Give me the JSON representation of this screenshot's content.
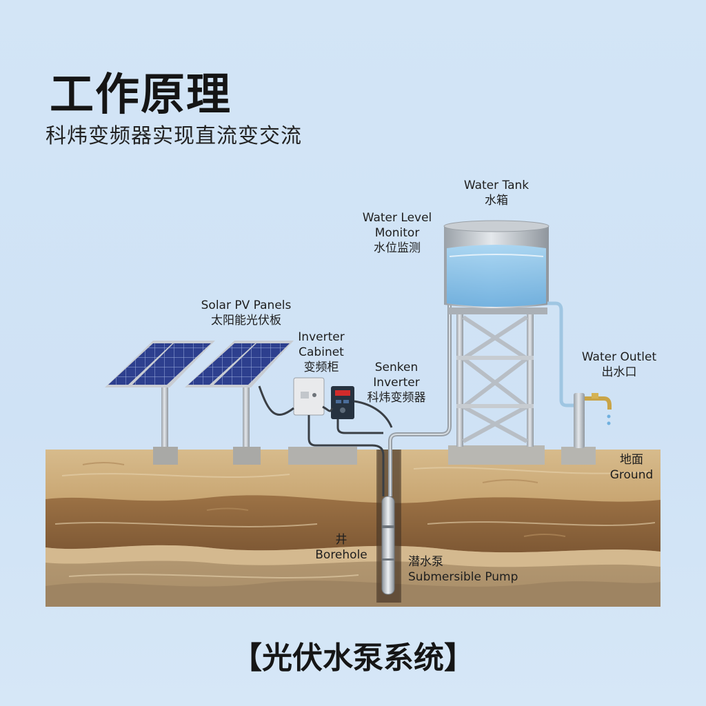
{
  "header": {
    "title": "工作原理",
    "subtitle": "科炜变频器实现直流变交流"
  },
  "labels": {
    "water_tank": {
      "en": "Water Tank",
      "zh": "水箱"
    },
    "level_monitor": {
      "en1": "Water Level",
      "en2": "Monitor",
      "zh": "水位监测"
    },
    "solar_panels": {
      "en": "Solar PV Panels",
      "zh": "太阳能光伏板"
    },
    "inverter_cabinet": {
      "en1": "Inverter",
      "en2": "Cabinet",
      "zh": "变频柜"
    },
    "senken_inverter": {
      "en1": "Senken",
      "en2": "Inverter",
      "zh": "科炜变频器"
    },
    "water_outlet": {
      "en": "Water Outlet",
      "zh": "出水口"
    },
    "ground": {
      "zh": "地面",
      "en": "Ground"
    },
    "borehole": {
      "zh": "井",
      "en": "Borehole"
    },
    "pump": {
      "zh": "潜水泵",
      "en": "Submersible Pump"
    }
  },
  "footer": {
    "caption": "【光伏水泵系统】"
  },
  "colors": {
    "background": "#d3e5f6",
    "panel_blue": "#2c3f8c",
    "water": "#8fc3e8",
    "steel": "#b9bfc6",
    "soil": "#c9a97a"
  }
}
